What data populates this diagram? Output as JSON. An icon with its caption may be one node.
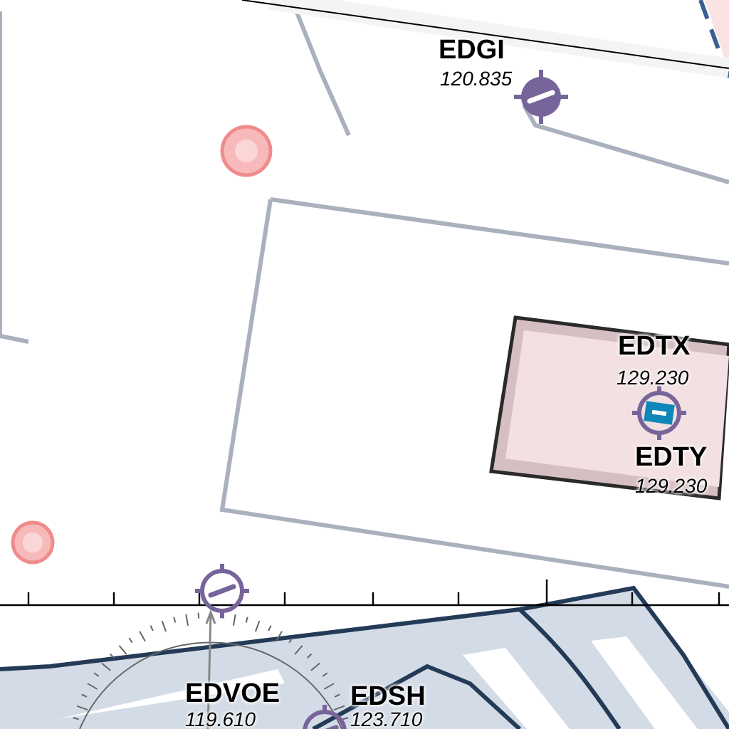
{
  "diagram": {
    "labels": [
      "EDGI",
      "120.835",
      "EDTX",
      "129.230",
      "EDTY",
      "129.230",
      "EDVOE",
      "119.610",
      "EDSH",
      "123.710"
    ]
  }
}
